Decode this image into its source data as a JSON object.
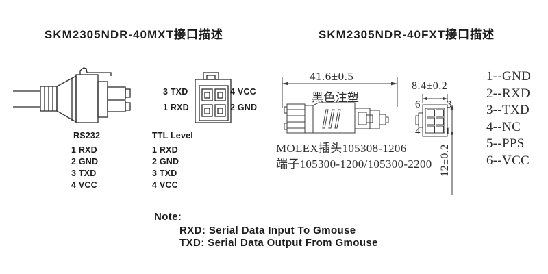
{
  "titles": {
    "left": "SKM2305NDR-40MXT接口描述",
    "right": "SKM2305NDR-40FXT接口描述"
  },
  "mxt": {
    "rs232_label": "RS232",
    "rs232_pins": [
      "1 RXD",
      "2 GND",
      "3 TXD",
      "4 VCC"
    ],
    "ttl_label": "TTL Level",
    "ttl_pins": [
      "1 RXD",
      "2 GND",
      "3 TXD",
      "4 VCC"
    ],
    "front_labels": {
      "top_left": "3 TXD",
      "bottom_left": "1 RXD",
      "top_right": "4 VCC",
      "bottom_right": "2 GND"
    }
  },
  "fxt": {
    "dim_length": "41.6±0.5",
    "dim_width": "8.4±0.2",
    "dim_height": "12±0.2",
    "molding_label": "黑色注塑",
    "plug_label": "MOLEX插头105308-1206",
    "terminal_label": "端子105300-1200/105300-2200",
    "front_pin_numbers": {
      "top_left": "6",
      "top_right": "3",
      "bottom_left": "4",
      "bottom_right": "1"
    },
    "pinout": [
      "1--GND",
      "2--RXD",
      "3--TXD",
      "4--NC",
      "5--PPS",
      "6--VCC"
    ]
  },
  "note": {
    "title": "Note:",
    "lines": [
      "RXD: Serial Data Input To Gmouse",
      "TXD: Serial Data Output From Gmouse"
    ]
  },
  "colors": {
    "ink": "#1c1c1c",
    "cad_line": "#3c3c3c",
    "background": "#ffffff"
  }
}
